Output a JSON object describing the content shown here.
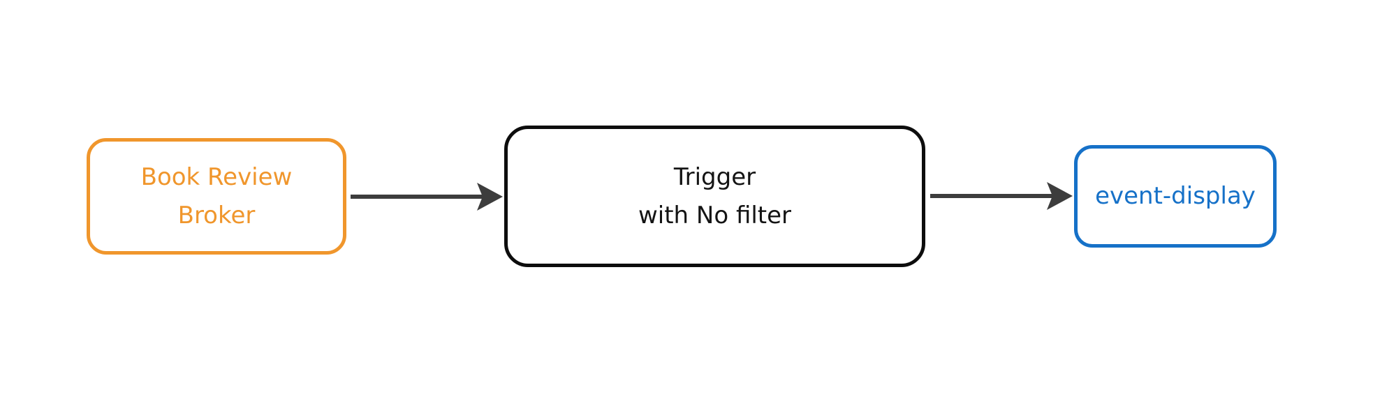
{
  "diagram": {
    "background_color": "#ffffff",
    "nodes": [
      {
        "id": "book-review-broker",
        "label": "Book Review\nBroker",
        "border_color": "#F0962C",
        "text_color": "#F0962C",
        "fill_color": "#ffffff"
      },
      {
        "id": "trigger",
        "label": "Trigger\nwith No filter",
        "border_color": "#0d0d0d",
        "text_color": "#141414",
        "fill_color": "#ffffff"
      },
      {
        "id": "event-display",
        "label": "event-display",
        "border_color": "#1671C8",
        "text_color": "#1671C8",
        "fill_color": "#ffffff"
      }
    ],
    "connectors": [
      {
        "from": "book-review-broker",
        "to": "trigger",
        "color": "#3D3D3D",
        "style": "solid-arrow"
      },
      {
        "from": "trigger",
        "to": "event-display",
        "color": "#3D3D3D",
        "style": "solid-arrow"
      }
    ]
  }
}
